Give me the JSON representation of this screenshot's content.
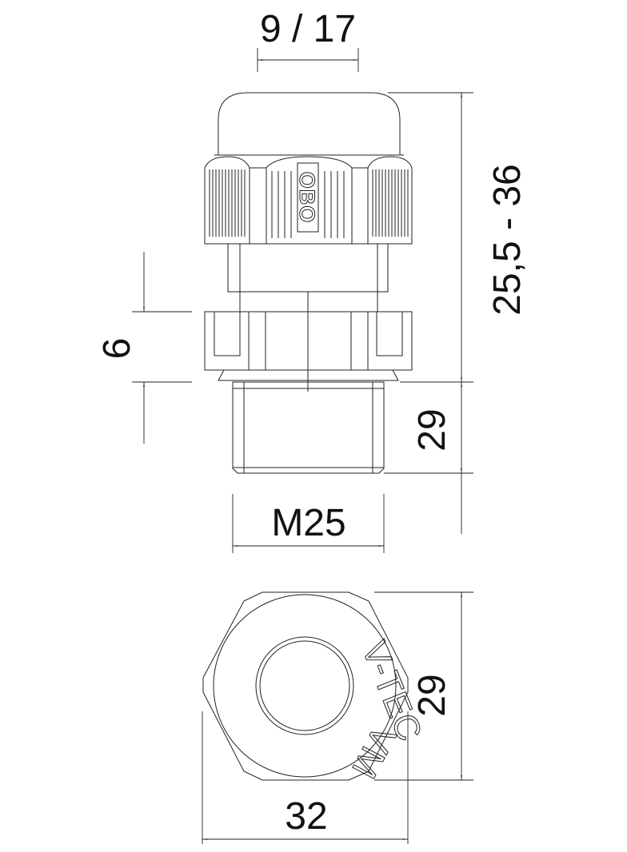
{
  "drawing": {
    "dimensions": {
      "cable_range": "9 / 17",
      "height_range": "25,5 - 36",
      "thread_length_label": "6",
      "hex_height_side": "29",
      "thread": "M25",
      "hex_across_flats": "29",
      "hex_width": "32"
    },
    "markings": {
      "brand_on_cap": "OBO",
      "product_on_top_view": "V-TEC VM"
    },
    "colors": {
      "line": "#222222",
      "background": "#ffffff"
    }
  }
}
